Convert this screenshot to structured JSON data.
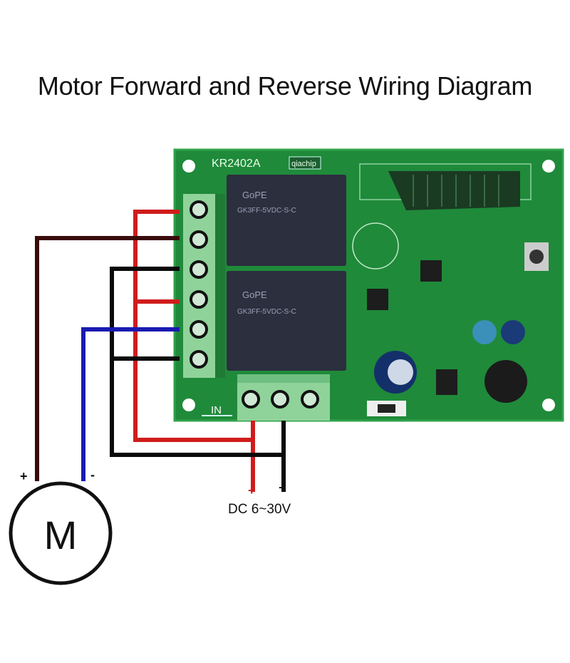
{
  "title": "Motor Forward and Reverse Wiring Diagram",
  "board": {
    "model": "KR2402A",
    "brand": "qiachip",
    "input_label": "IN",
    "relay_top": {
      "brand": "GoPE",
      "model": "GK3FF-5VDC-S-C"
    },
    "relay_bottom": {
      "brand": "GoPE",
      "model": "GK3FF-5VDC-S-C"
    },
    "board_color": "#1f8a3a"
  },
  "power": {
    "plus": "+",
    "minus": "−",
    "label": "DC 6~30V"
  },
  "motor": {
    "symbol": "M",
    "plus": "+",
    "minus": "-"
  },
  "wire_colors": {
    "red": "#d01c1c",
    "brown": "#3a0a0a",
    "black": "#0a0a0a",
    "blue": "#1a1ab0"
  }
}
